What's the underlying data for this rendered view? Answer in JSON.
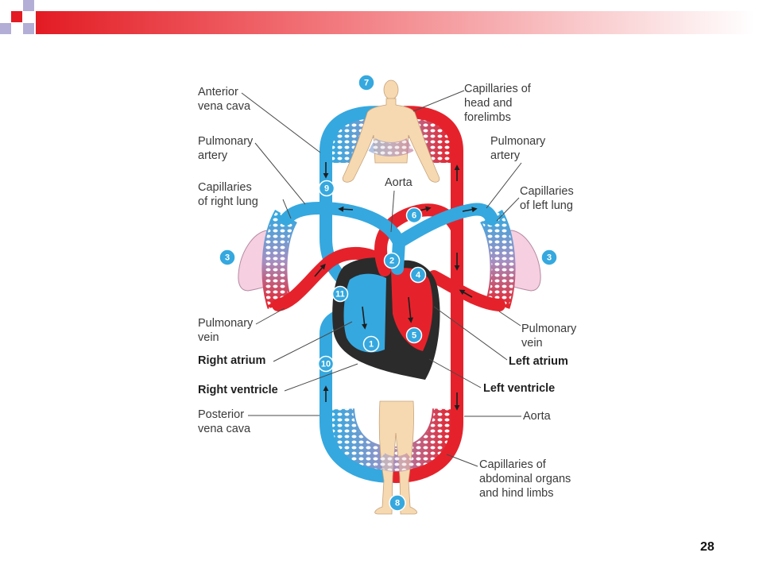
{
  "slide": {
    "page_number": "28"
  },
  "diagram": {
    "labels": {
      "anterior_vena_cava": "Anterior\nvena cava",
      "pulmonary_artery_left": "Pulmonary\nartery",
      "capillaries_right_lung": "Capillaries\nof right lung",
      "pulmonary_vein_left": "Pulmonary\nvein",
      "right_atrium": "Right atrium",
      "right_ventricle": "Right ventricle",
      "posterior_vena_cava": "Posterior\nvena cava",
      "capillaries_head_forelimbs": "Capillaries of\nhead and\nforelimbs",
      "pulmonary_artery_right": "Pulmonary\nartery",
      "aorta_top": "Aorta",
      "capillaries_left_lung": "Capillaries\nof left lung",
      "pulmonary_vein_right": "Pulmonary\nvein",
      "left_atrium": "Left atrium",
      "left_ventricle": "Left ventricle",
      "aorta_right": "Aorta",
      "capillaries_abdominal_hind_limbs": "Capillaries of\nabdominal organs\nand hind limbs"
    },
    "step_markers": [
      "1",
      "2",
      "3",
      "3",
      "4",
      "5",
      "6",
      "7",
      "8",
      "9",
      "10",
      "11"
    ],
    "colors": {
      "vessel_blue": "#35a8df",
      "vessel_red": "#e5222b",
      "heart_wall": "#2b2b2b",
      "body": "#f6d9b0",
      "lung": "#f6cfe0",
      "marker": "#35a8df"
    }
  },
  "header": {
    "accent_color": "#e31b23",
    "square_color": "#b3aed6"
  }
}
